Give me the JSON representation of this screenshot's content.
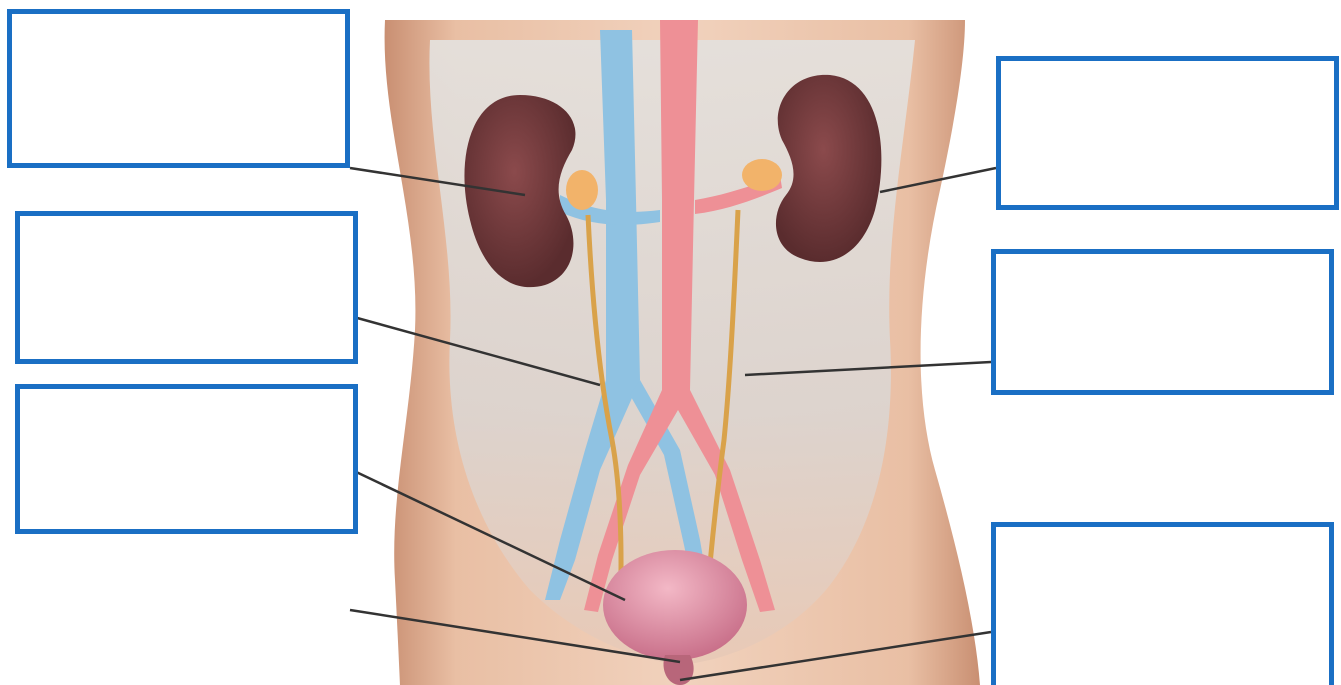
{
  "diagram": {
    "labels": [
      {
        "id": "label-1",
        "text": ""
      },
      {
        "id": "label-2",
        "text": ""
      },
      {
        "id": "label-3",
        "text": ""
      },
      {
        "id": "label-4",
        "text": ""
      },
      {
        "id": "label-5",
        "text": ""
      },
      {
        "id": "label-6",
        "text": ""
      }
    ]
  },
  "colors": {
    "box_border": "#1a6fc4",
    "skin": "#e8b898",
    "kidney": "#6e3a3c",
    "vein": "#7fb8dc",
    "artery": "#e9868c",
    "ureter": "#d9a24a",
    "bladder": "#d98aa0",
    "leader_line": "#333333"
  }
}
